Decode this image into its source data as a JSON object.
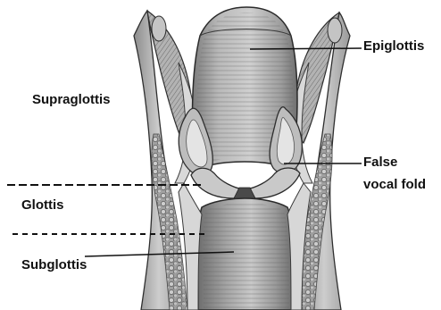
{
  "labels": {
    "epiglottis": "Epiglottis",
    "supraglottis": "Supraglottis",
    "false_vocal_fold_line1": "False",
    "false_vocal_fold_line2": "vocal fold",
    "glottis": "Glottis",
    "subglottis": "Subglottis"
  },
  "colors": {
    "tissue_light": "#d4d4d4",
    "tissue_mid": "#a9a9a9",
    "tissue_dark": "#6e6e6e",
    "outline": "#2e2e2e",
    "text": "#111111",
    "background": "#ffffff"
  }
}
